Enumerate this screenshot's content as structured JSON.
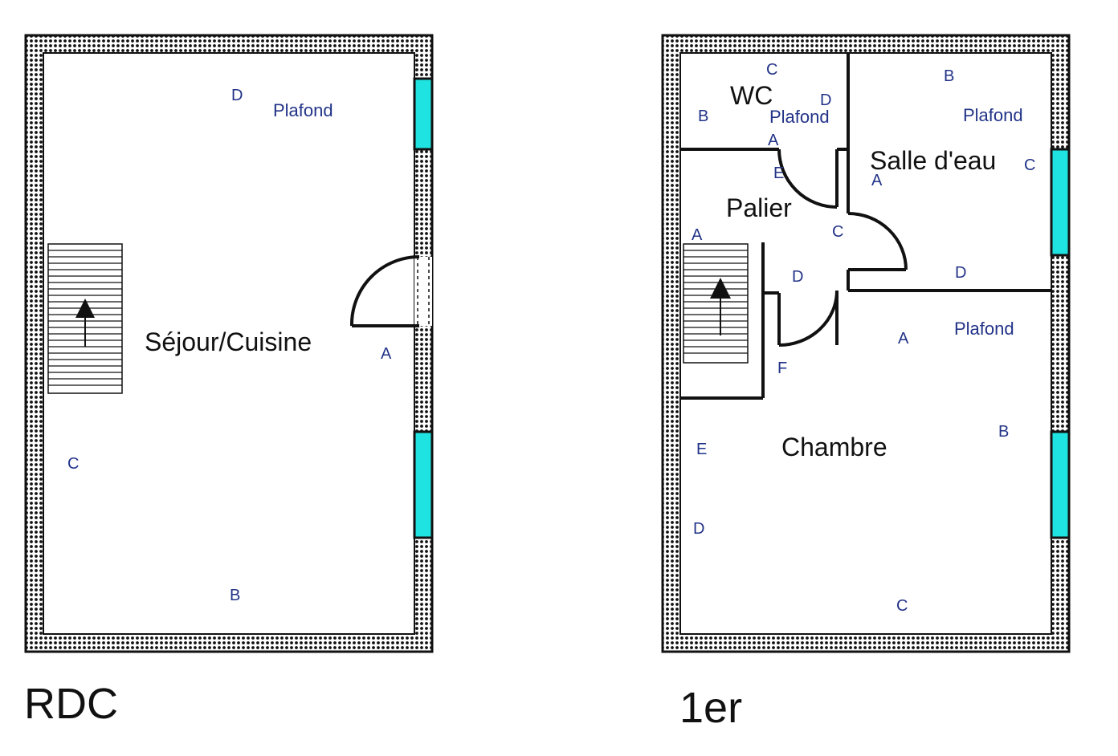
{
  "floors": {
    "rdc": {
      "title": "RDC",
      "room": "Séjour/Cuisine",
      "plafond": "Plafond",
      "marks": {
        "a": "A",
        "b": "B",
        "c": "C",
        "d": "D"
      }
    },
    "first": {
      "title": "1er",
      "rooms": {
        "wc": "WC",
        "sdeau": "Salle d'eau",
        "palier": "Palier",
        "chambre": "Chambre"
      },
      "plafond": "Plafond",
      "marks": {
        "wc_c": "C",
        "wc_d": "D",
        "wc_b": "B",
        "wc_a": "A",
        "palier_e": "E",
        "palier_a": "A",
        "palier_c": "C",
        "palier_d": "D",
        "palier_f": "F",
        "sde_b": "B",
        "sde_c": "C",
        "sde_a": "A",
        "sde_d": "D",
        "ch_a": "A",
        "ch_b": "B",
        "ch_c": "C",
        "ch_d": "D",
        "ch_e": "E"
      }
    }
  },
  "colors": {
    "window": "#1fe3e0",
    "labels": "#223388",
    "walls": "#111111"
  }
}
